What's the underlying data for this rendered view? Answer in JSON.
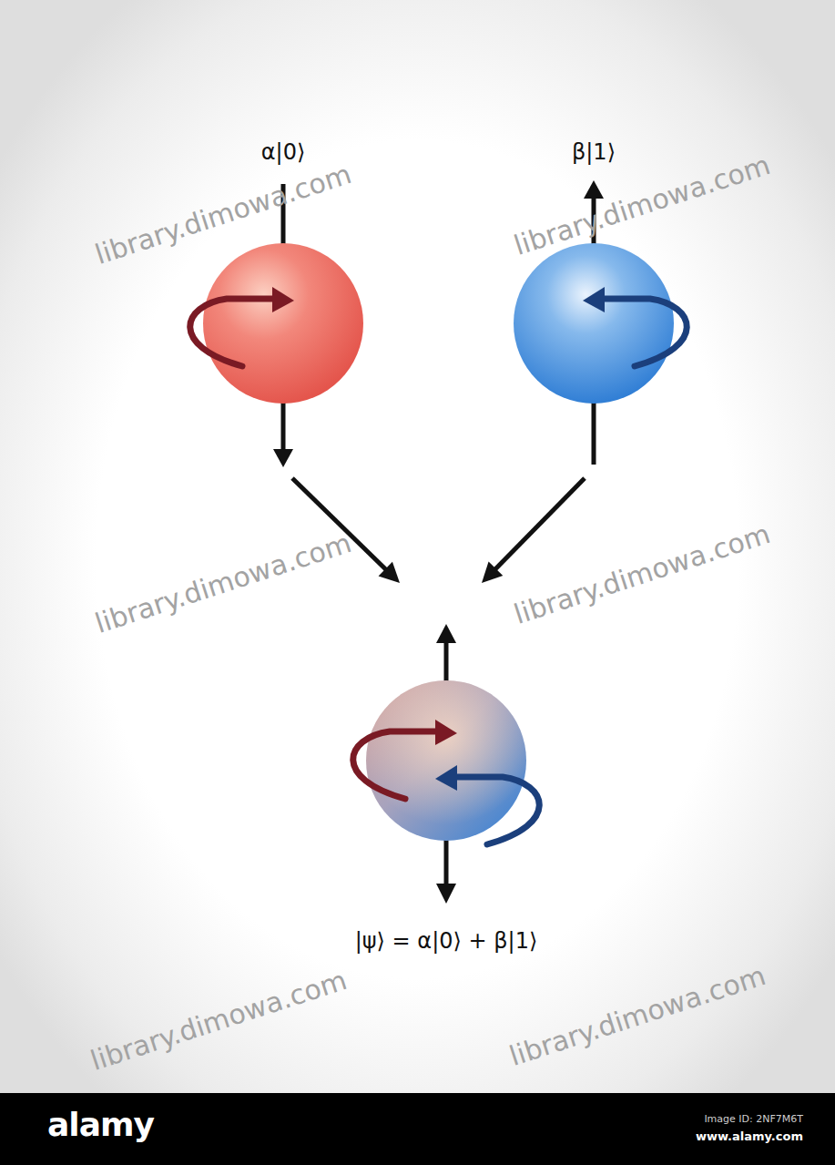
{
  "diagram": {
    "nodes": [
      {
        "text": [
          "α|0⟩"
        ]
      },
      {
        "text": [
          "β|1⟩"
        ]
      },
      {
        "text": [
          "|ψ⟩ = α|0⟩ + β|1⟩"
        ]
      }
    ],
    "edges": [
      {
        "from": 0,
        "to": 2,
        "arrow": "to"
      },
      {
        "from": 1,
        "to": 2,
        "arrow": "to"
      }
    ],
    "labels": [
      "library.dimowa.com",
      "library.dimowa.com",
      "library.dimowa.com",
      "library.dimowa.com",
      "library.dimowa.com",
      "library.dimowa.com",
      "alamy",
      "Image ID: 2NF7M6T",
      "www.alamy.com"
    ]
  }
}
